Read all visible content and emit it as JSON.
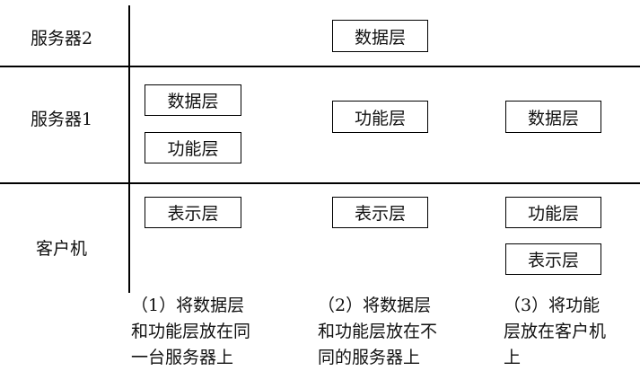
{
  "rows": {
    "server2": "服务器2",
    "server1": "服务器1",
    "client": "客户机"
  },
  "layers": {
    "data": "数据层",
    "function": "功能层",
    "presentation": "表示层"
  },
  "captions": [
    {
      "lines": [
        "（1）将数据层",
        "和功能层放在同",
        "一台服务器上"
      ]
    },
    {
      "lines": [
        "（2）将数据层",
        "和功能层放在不",
        "同的服务器上"
      ]
    },
    {
      "lines": [
        "（3）将功能",
        "层放在客户机",
        "上"
      ]
    }
  ]
}
